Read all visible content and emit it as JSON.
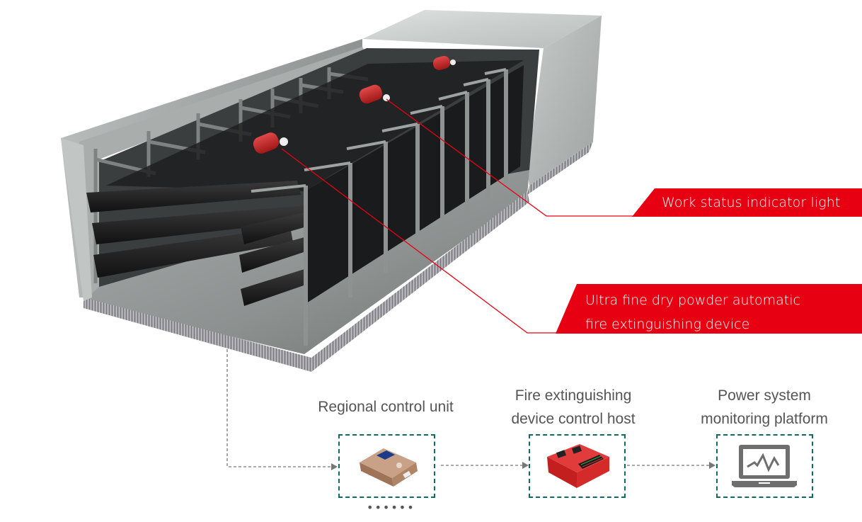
{
  "callouts": {
    "status_light": {
      "label": "Work status indicator light",
      "icon": "indicator-light"
    },
    "extinguisher": {
      "line1": "Ultra fine dry powder automatic",
      "line2": "fire extinguishing device",
      "icon": "fire-extinguisher"
    }
  },
  "flow": {
    "nodes": [
      {
        "id": "regional",
        "label_line1": "Regional control unit",
        "label_line2": "",
        "icon": "control-unit-device",
        "more": "••••••"
      },
      {
        "id": "host",
        "label_line1": "Fire extinguishing",
        "label_line2": "device control host",
        "icon": "control-host-device"
      },
      {
        "id": "platform",
        "label_line1": "Power system",
        "label_line2": "monitoring platform",
        "icon": "laptop-monitor-icon"
      }
    ]
  },
  "colors": {
    "accent_red": "#e60012",
    "box_border": "#0f6b62",
    "connector": "#777777",
    "text_gray": "#555555"
  }
}
